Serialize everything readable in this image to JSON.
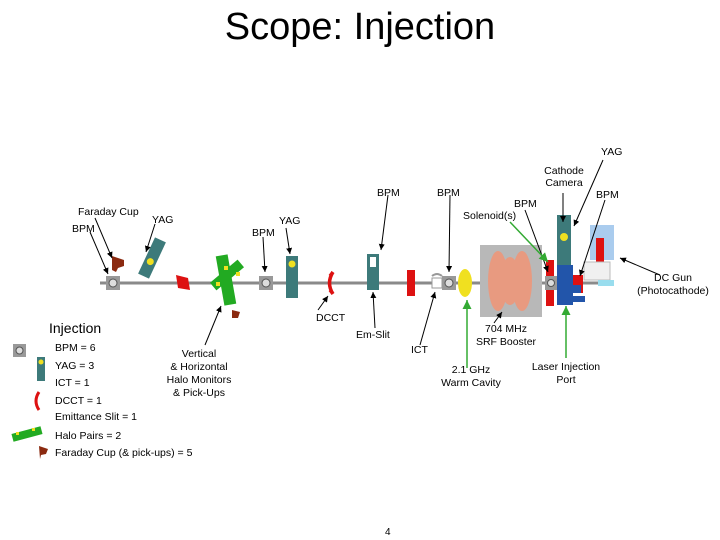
{
  "title": "Scope: Injection",
  "labels": {
    "yag_top": "YAG",
    "cathode_camera_line1": "Cathode",
    "cathode_camera_line2": "Camera",
    "bpm_1": "BPM",
    "bpm_2": "BPM",
    "bpm_3": "BPM",
    "bpm_4": "BPM",
    "faraday_cup": "Faraday Cup",
    "bpm_left": "BPM",
    "yag_left": "YAG",
    "yag_mid": "YAG",
    "bpm_mid": "BPM",
    "solenoids": "Solenoid(s)",
    "dc_gun_line1": "DC Gun",
    "dc_gun_line2": "(Photocathode)",
    "dcct": "DCCT",
    "em_slit": "Em-Slit",
    "ict": "ICT",
    "srf_line1": "704 MHz",
    "srf_line2": "SRF Booster",
    "halo_line1": "Vertical",
    "halo_line2": "& Horizontal",
    "halo_line3": "Halo Monitors",
    "halo_line4": "& Pick-Ups",
    "cavity_line1": "2.1 GHz",
    "cavity_line2": "Warm Cavity",
    "laser_line1": "Laser Injection",
    "laser_line2": "Port"
  },
  "legend": {
    "title": "Injection",
    "items": [
      {
        "text": "BPM = 6",
        "icon": "bpm-icon"
      },
      {
        "text": "YAG = 3",
        "icon": "yag-icon"
      },
      {
        "text": "ICT = 1",
        "icon": ""
      },
      {
        "text": "DCCT = 1",
        "icon": "dcct-icon"
      },
      {
        "text": "Emittance Slit = 1",
        "icon": ""
      },
      {
        "text": "Halo Pairs = 2",
        "icon": "halo-icon"
      },
      {
        "text": "Faraday Cup (& pick-ups) = 5",
        "icon": "faraday-cup-icon"
      }
    ]
  },
  "page_number": "4",
  "colors": {
    "beamline": "#8a8a8a",
    "magnet_red": "#dd1111",
    "yag_teal": "#3d7a7a",
    "halo_green": "#22aa22",
    "gun_blue": "#2255aa",
    "pointer_green": "#33aa33",
    "cavity_salmon": "#e89a80",
    "cavity_box": "#b8b8b8",
    "lightblue": "#aaccee",
    "yellow": "#f0e020"
  }
}
